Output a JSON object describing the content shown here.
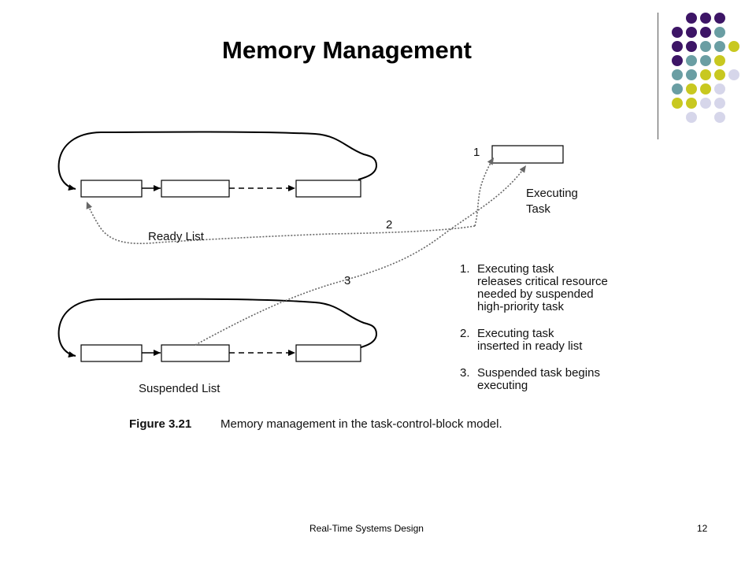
{
  "slide": {
    "title": "Memory Management",
    "footer_text": "Real-Time  Systems Design",
    "page_number": "12"
  },
  "theme": {
    "dot_colors": {
      "purple": "#3d1566",
      "teal": "#6a9ea3",
      "olive": "#c8c820",
      "lavender": "#d6d6ea"
    }
  },
  "diagram": {
    "ready_list_label": "Ready List",
    "suspended_list_label": "Suspended List",
    "executing_label_line1": "Executing",
    "executing_label_line2": "Task",
    "step_numbers": [
      "1",
      "2",
      "3"
    ],
    "notes": [
      {
        "num": "1.",
        "lines": [
          "Executing task",
          "releases critical resource",
          "needed by suspended",
          "high-priority task"
        ]
      },
      {
        "num": "2.",
        "lines": [
          "Executing task",
          "inserted in ready list"
        ]
      },
      {
        "num": "3.",
        "lines": [
          "Suspended task begins",
          "executing"
        ]
      }
    ],
    "caption_figure": "Figure 3.21",
    "caption_text": "Memory management in the task-control-block model."
  }
}
